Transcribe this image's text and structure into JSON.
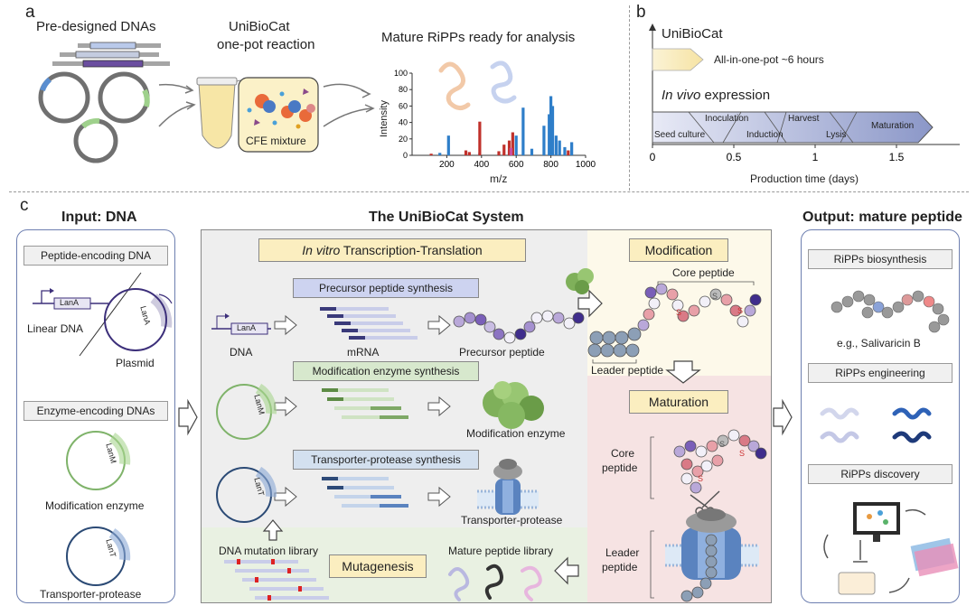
{
  "panel_a": {
    "letter": "a",
    "pre_designed": "Pre-designed DNAs",
    "unibiocat": "UniBioCat",
    "one_pot": "one-pot reaction",
    "cfe": "CFE mixture",
    "mature": "Mature RiPPs ready for analysis",
    "ylabel": "Intensity",
    "xlabel": "m/z",
    "y_ticks": [
      "0",
      "20",
      "40",
      "60",
      "80",
      "100"
    ],
    "x_ticks": [
      "200",
      "400",
      "600",
      "800",
      "1000"
    ]
  },
  "chart_data": {
    "type": "bar",
    "xlabel": "m/z",
    "ylabel": "Intensity",
    "xlim": [
      0,
      1000
    ],
    "ylim": [
      0,
      100
    ],
    "series": [
      {
        "color": "#2e7ec9",
        "x": [
          160,
          210,
          390,
          560,
          600,
          640,
          690,
          760,
          790,
          800,
          810,
          830,
          850,
          880,
          920
        ],
        "y": [
          3,
          24,
          3,
          6,
          24,
          58,
          8,
          36,
          50,
          72,
          60,
          24,
          18,
          10,
          16
        ]
      },
      {
        "color": "#c0312b",
        "x": [
          110,
          310,
          330,
          390,
          500,
          530,
          560,
          580,
          900
        ],
        "y": [
          2,
          6,
          4,
          41,
          5,
          13,
          18,
          28,
          6
        ]
      },
      {
        "color": "#c94da0",
        "x": [
          570
        ],
        "y": [
          9
        ]
      }
    ]
  },
  "panel_b": {
    "letter": "b",
    "unibiocat": "UniBioCat",
    "all_in_one": "All-in-one-pot ~6 hours",
    "in_vivo_it": "In vivo",
    "in_vivo_rest": " expression",
    "stages": [
      "Seed culture",
      "Inoculation",
      "Induction",
      "Harvest",
      "Lysis",
      "Maturation"
    ],
    "x_ticks": [
      "0",
      "0.5",
      "1",
      "1.5"
    ],
    "xlabel": "Production time (days)"
  },
  "panel_c": {
    "letter": "c",
    "input_title": "Input: DNA",
    "system_title": "The UniBioCat System",
    "output_title": "Output: mature peptide",
    "peptide_dna": "Peptide-encoding DNA",
    "lana": "LanA",
    "linear_dna": "Linear DNA",
    "plasmid": "Plasmid",
    "enzyme_dnas": "Enzyme-encoding DNAs",
    "lanm": "LanM",
    "lant": "LanT",
    "mod_enzyme": "Modification enzyme",
    "transporter": "Transporter-protease",
    "ivtt_it": "In vitro",
    "ivtt_rest": " Transcription-Translation",
    "precursor_synth": "Precursor peptide synthesis",
    "dna": "DNA",
    "mrna": "mRNA",
    "precursor_peptide": "Precursor peptide",
    "mod_synth": "Modification enzyme synthesis",
    "tp_synth": "Transporter-protease synthesis",
    "mutagenesis": "Mutagenesis",
    "dna_mut_lib": "DNA mutation library",
    "mature_lib": "Mature peptide library",
    "modification": "Modification",
    "core_peptide": "Core peptide",
    "leader_peptide": "Leader peptide",
    "maturation": "Maturation",
    "core_l1": "Core",
    "core_l2": "peptide",
    "leader_l1": "Leader",
    "leader_l2": "peptide",
    "s": "S",
    "ripps_bio": "RiPPs biosynthesis",
    "salivaricin": "e.g., Salivaricin B",
    "ripps_eng": "RiPPs engineering",
    "ripps_disc": "RiPPs discovery"
  }
}
